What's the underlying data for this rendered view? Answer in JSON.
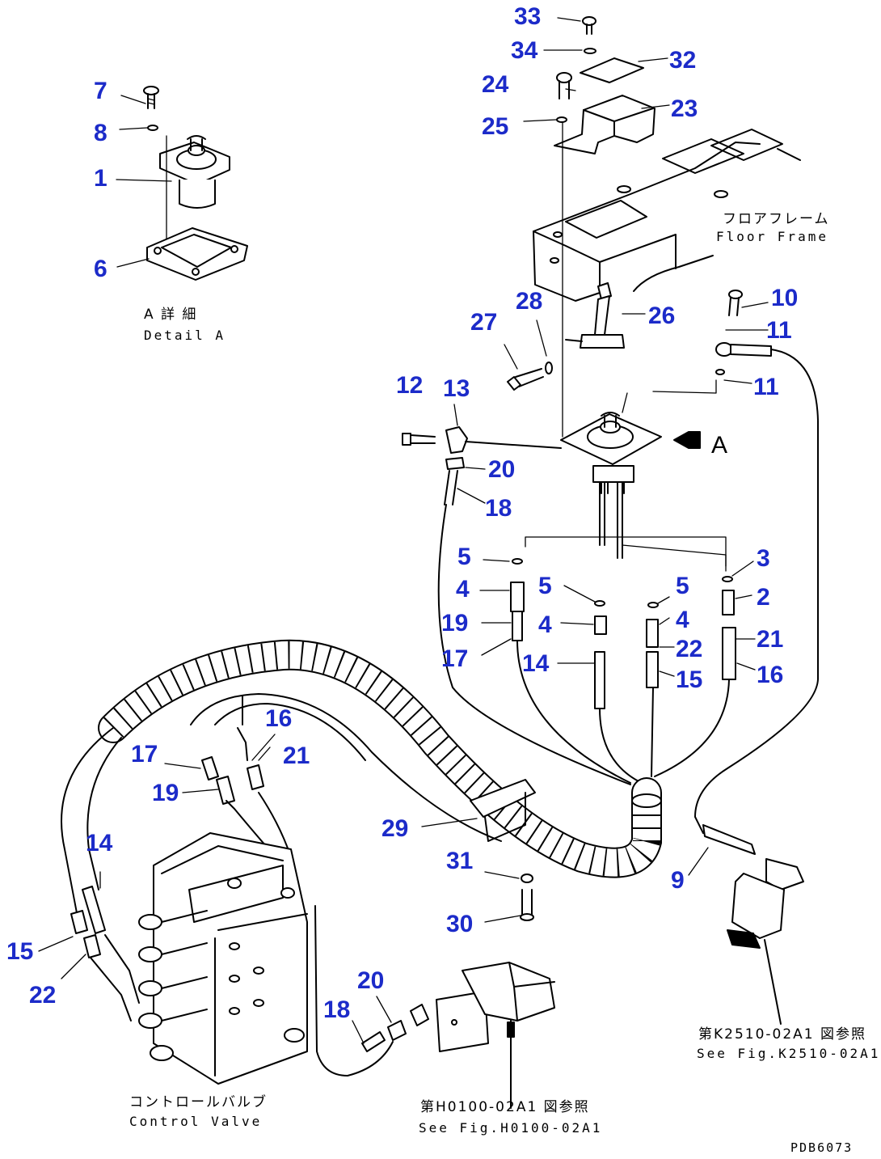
{
  "callouts": [
    {
      "id": "c33",
      "text": "33"
    },
    {
      "id": "c34",
      "text": "34"
    },
    {
      "id": "c32",
      "text": "32"
    },
    {
      "id": "c24",
      "text": "24"
    },
    {
      "id": "c23",
      "text": "23"
    },
    {
      "id": "c25",
      "text": "25"
    },
    {
      "id": "c7",
      "text": "7"
    },
    {
      "id": "c8",
      "text": "8"
    },
    {
      "id": "c1",
      "text": "1"
    },
    {
      "id": "c6",
      "text": "6"
    },
    {
      "id": "c10",
      "text": "10"
    },
    {
      "id": "c11a",
      "text": "11"
    },
    {
      "id": "c11b",
      "text": "11"
    },
    {
      "id": "c28",
      "text": "28"
    },
    {
      "id": "c27",
      "text": "27"
    },
    {
      "id": "c26",
      "text": "26"
    },
    {
      "id": "c12",
      "text": "12"
    },
    {
      "id": "c13",
      "text": "13"
    },
    {
      "id": "c20a",
      "text": "20"
    },
    {
      "id": "c18a",
      "text": "18"
    },
    {
      "id": "c5a",
      "text": "5"
    },
    {
      "id": "c4a",
      "text": "4"
    },
    {
      "id": "c19a",
      "text": "19"
    },
    {
      "id": "c17a",
      "text": "17"
    },
    {
      "id": "c5b",
      "text": "5"
    },
    {
      "id": "c4b",
      "text": "4"
    },
    {
      "id": "c14a",
      "text": "14"
    },
    {
      "id": "c5c",
      "text": "5"
    },
    {
      "id": "c4c",
      "text": "4"
    },
    {
      "id": "c22a",
      "text": "22"
    },
    {
      "id": "c15a",
      "text": "15"
    },
    {
      "id": "c3",
      "text": "3"
    },
    {
      "id": "c2",
      "text": "2"
    },
    {
      "id": "c21a",
      "text": "21"
    },
    {
      "id": "c16a",
      "text": "16"
    },
    {
      "id": "c16b",
      "text": "16"
    },
    {
      "id": "c17b",
      "text": "17"
    },
    {
      "id": "c21b",
      "text": "21"
    },
    {
      "id": "c19b",
      "text": "19"
    },
    {
      "id": "c29",
      "text": "29"
    },
    {
      "id": "c14b",
      "text": "14"
    },
    {
      "id": "c31",
      "text": "31"
    },
    {
      "id": "c9",
      "text": "9"
    },
    {
      "id": "c30",
      "text": "30"
    },
    {
      "id": "c15b",
      "text": "15"
    },
    {
      "id": "c22b",
      "text": "22"
    },
    {
      "id": "c20b",
      "text": "20"
    },
    {
      "id": "c18b",
      "text": "18"
    }
  ],
  "view_marker": "A",
  "detail_label_jp": "A 詳 細",
  "detail_label_en": "Detail A",
  "floor_frame_jp": "フロアフレーム",
  "floor_frame_en": "Floor Frame",
  "control_valve_jp": "コントロールバルブ",
  "control_valve_en": "Control Valve",
  "ref_right_jp": "第K2510-02A1 図参照",
  "ref_right_en": "See Fig.K2510-02A1",
  "ref_bottom_jp": "第H0100-02A1 図参照",
  "ref_bottom_en": "See Fig.H0100-02A1",
  "drawing_code": "PDB6073",
  "colors": {
    "callout": "#1c2bc9",
    "line": "#000000",
    "background": "#ffffff"
  }
}
